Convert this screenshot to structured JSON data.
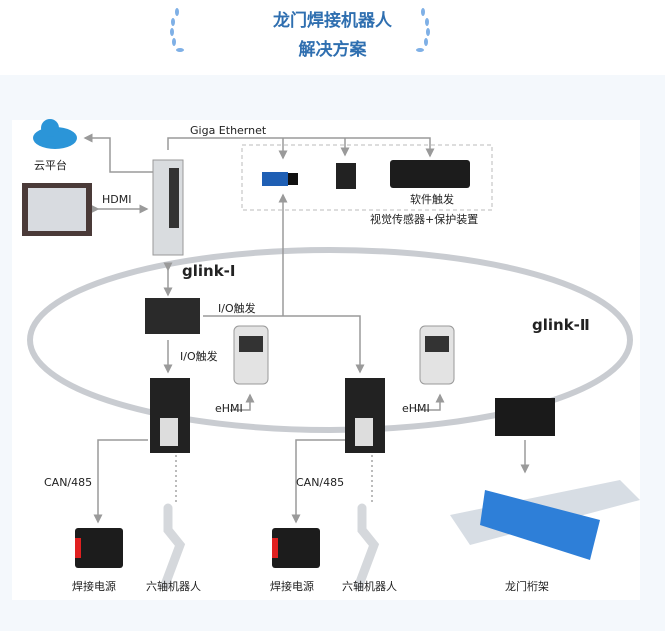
{
  "header": {
    "title_line1": "龙门焊接机器人",
    "title_line2": "解决方案"
  },
  "diagram": {
    "giga_ethernet": "Giga Ethernet",
    "cloud_platform": "云平台",
    "hdmi": "HDMI",
    "glink1": "glink-Ⅰ",
    "glink2": "glink-Ⅱ",
    "io_trigger_1": "I/O触发",
    "io_trigger_2": "I/O触发",
    "software_trigger": "软件触发",
    "vision_sensor": "视觉传感器+保护装置",
    "ehmi_1": "eHMI",
    "ehmi_2": "eHMI",
    "can485_1": "CAN/485",
    "can485_2": "CAN/485",
    "welding_power_1": "焊接电源",
    "six_axis_robot_1": "六轴机器人",
    "welding_power_2": "焊接电源",
    "six_axis_robot_2": "六轴机器人",
    "gantry": "龙门桁架"
  },
  "colors": {
    "title": "#2f6fb0",
    "ring": "#c9ccd1",
    "line": "#9a9a9a",
    "accent": "#e02020",
    "gantry": "#2e7fd8"
  }
}
